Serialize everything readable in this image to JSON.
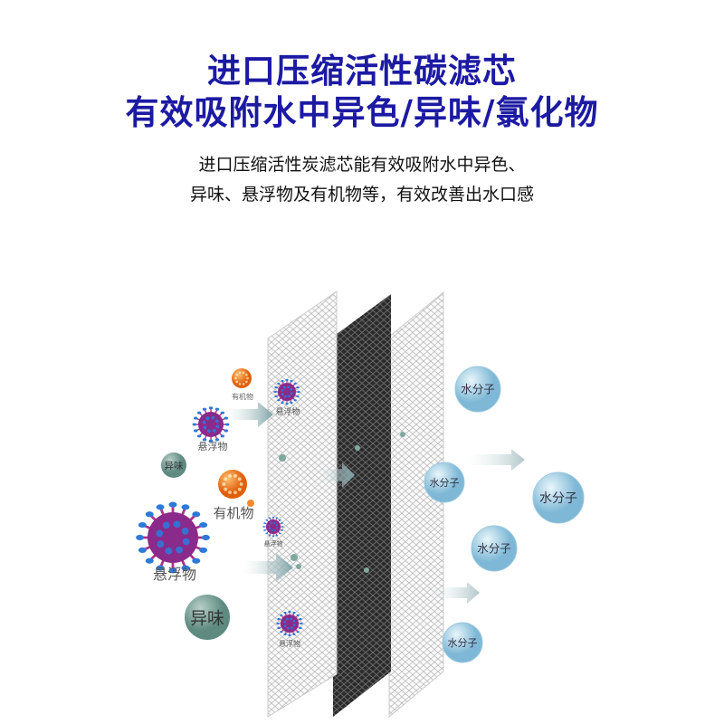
{
  "headline": {
    "line1": "进口压缩活性碳滤芯",
    "line2": "有效吸附水中异色/异味/氯化物"
  },
  "description": {
    "line1": "进口压缩活性炭滤芯能有效吸附水中异色、",
    "line2": "异味、悬浮物及有机物等，有效改善出水口感"
  },
  "diagram": {
    "impurities": {
      "organic_small": "有机物",
      "suspended_small": "悬浮物",
      "odor_small": "异味",
      "organic": "有机物",
      "suspended_large": "悬浮物",
      "odor_large": "异味",
      "trapped_1": "悬浮物",
      "trapped_2": "悬浮物",
      "trapped_3": "悬浮物"
    },
    "water_molecules": [
      "水分子",
      "水分子",
      "水分子",
      "水分子",
      "水分子"
    ]
  },
  "colors": {
    "title": "#1c1aa3",
    "carbon_layer": "#2a2a2a",
    "water": "#8ec3dc",
    "odor": "#6e9a8e",
    "organic": "#f07a1a",
    "virus": "#8a2a8a"
  }
}
